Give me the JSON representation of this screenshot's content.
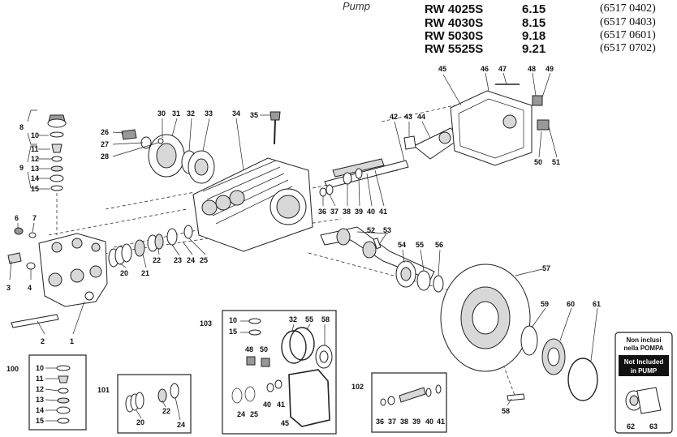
{
  "header": {
    "pump_label": "Pump",
    "models": [
      {
        "model": "RW 4025S",
        "version": "6.15",
        "code": "(6517 0402)"
      },
      {
        "model": "RW 4030S",
        "version": "8.15",
        "code": "(6517 0403)"
      },
      {
        "model": "RW 5030S",
        "version": "9.18",
        "code": "(6517 0601)"
      },
      {
        "model": "RW 5525S",
        "version": "9.21",
        "code": "(6517 0702)"
      }
    ]
  },
  "callouts": {
    "c1": "1",
    "c2": "2",
    "c3": "3",
    "c4": "4",
    "c6": "6",
    "c7": "7",
    "c8": "8",
    "c9": "9",
    "c10": "10",
    "c11": "11",
    "c12": "12",
    "c13": "13",
    "c14": "14",
    "c15": "15",
    "c20": "20",
    "c21": "21",
    "c22": "22",
    "c23": "23",
    "c24": "24",
    "c25": "25",
    "c26": "26",
    "c27": "27",
    "c28": "28",
    "c30": "30",
    "c31": "31",
    "c32": "32",
    "c33": "33",
    "c34": "34",
    "c35": "35",
    "c36": "36",
    "c37": "37",
    "c38": "38",
    "c39": "39",
    "c40": "40",
    "c41": "41",
    "c42": "42",
    "c43": "43",
    "c44": "44",
    "c45": "45",
    "c46": "46",
    "c47": "47",
    "c48": "48",
    "c49": "49",
    "c50": "50",
    "c51": "51",
    "c52": "52",
    "c53": "53",
    "c54": "54",
    "c55": "55",
    "c56": "56",
    "c57": "57",
    "c58": "58",
    "c59": "59",
    "c60": "60",
    "c61": "61",
    "c62": "62",
    "c63": "63"
  },
  "kits": {
    "k100": {
      "title": "100",
      "items": [
        "10",
        "11",
        "12",
        "13",
        "14",
        "15"
      ]
    },
    "k101": {
      "title": "101",
      "items": [
        "20",
        "22",
        "24"
      ]
    },
    "k103": {
      "title": "103",
      "items": [
        "10",
        "15",
        "32",
        "55",
        "58",
        "48",
        "50",
        "24",
        "25",
        "40",
        "41",
        "45"
      ]
    },
    "k102": {
      "title": "102",
      "items": [
        "36",
        "37",
        "38",
        "39",
        "40",
        "41"
      ]
    }
  },
  "note": {
    "line1": "Non inclusi",
    "line2": "nella POMPA",
    "line3": "Not Included",
    "line4": "in PUMP",
    "items": [
      "62",
      "63"
    ]
  }
}
